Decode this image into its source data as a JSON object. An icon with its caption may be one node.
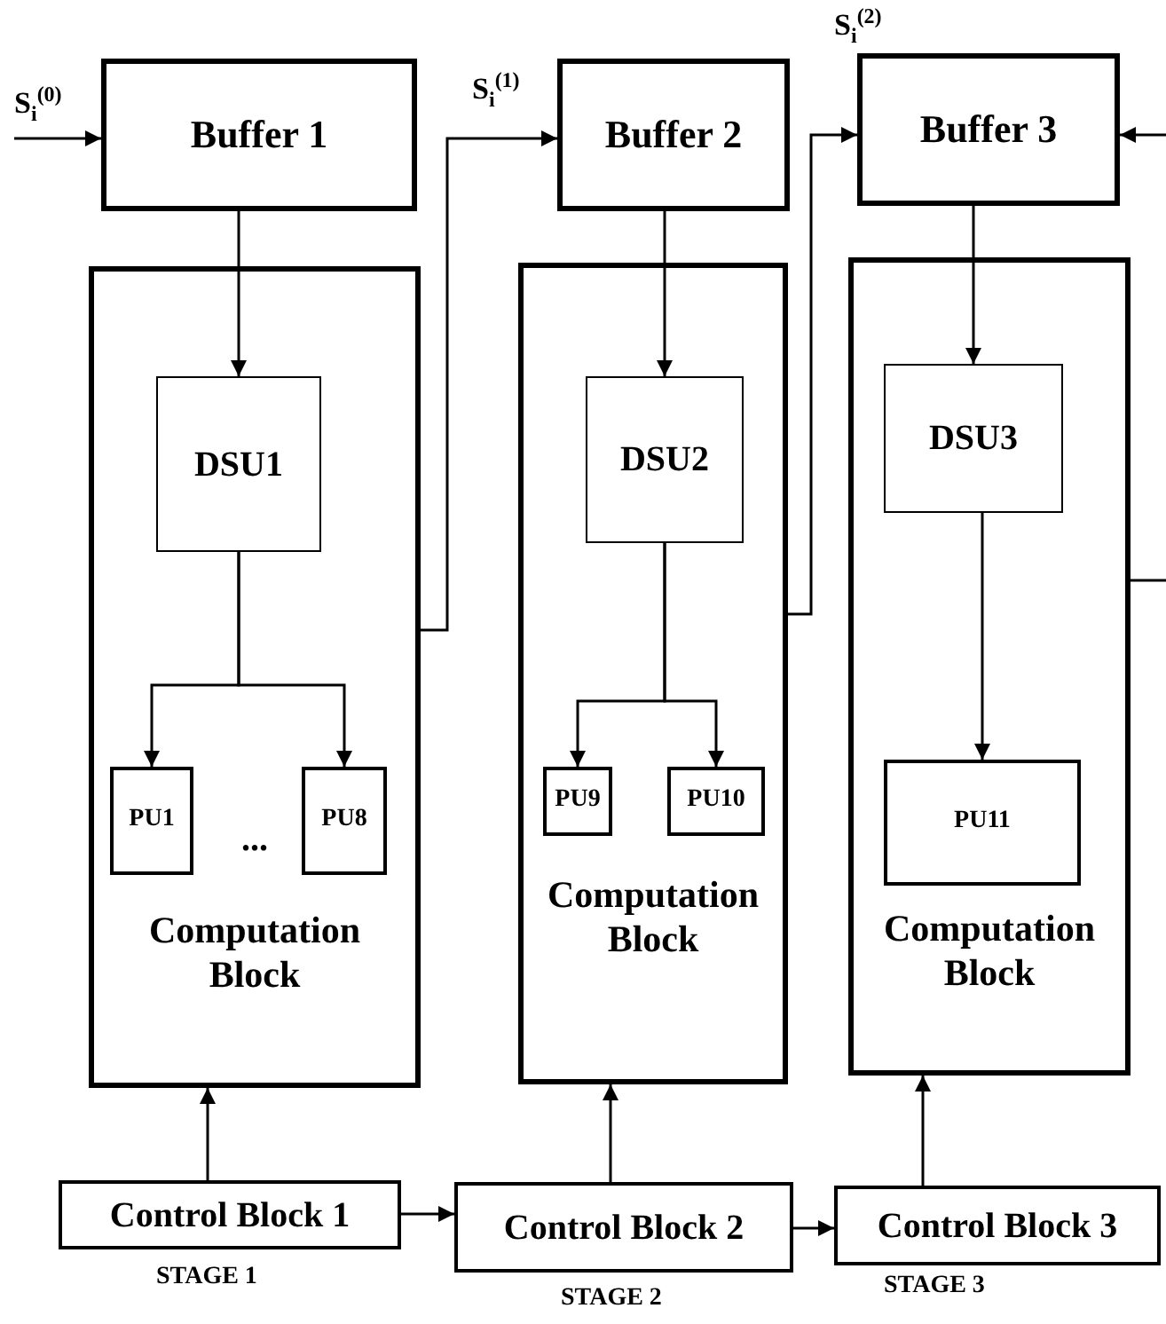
{
  "diagram": {
    "nodes": [
      {
        "text": [
          "Buffer 1"
        ]
      },
      {
        "text": [
          "Computation Block"
        ]
      },
      {
        "text": [
          "DSU1"
        ],
        "in": 1
      },
      {
        "text": [
          "PU1"
        ],
        "in": 1
      },
      {
        "text": [
          "PU8"
        ],
        "in": 1
      },
      {
        "text": [
          "Buffer 2"
        ]
      },
      {
        "text": [
          "Computation Block"
        ]
      },
      {
        "text": [
          "DSU2"
        ],
        "in": 6
      },
      {
        "text": [
          "PU9"
        ],
        "in": 6
      },
      {
        "text": [
          "PU10"
        ],
        "in": 6
      },
      {
        "text": [
          "Buffer 3"
        ]
      },
      {
        "text": [
          "Computation Block"
        ]
      },
      {
        "text": [
          "DSU3"
        ],
        "in": 11
      },
      {
        "text": [
          "PU11"
        ],
        "in": 11
      },
      {
        "text": [
          "Control Block 1"
        ],
        "beside": [
          "STAGE 1"
        ]
      },
      {
        "text": [
          "Control Block 2"
        ],
        "beside": [
          "STAGE 2"
        ]
      },
      {
        "text": [
          "Control Block 3"
        ],
        "beside": [
          "STAGE 3"
        ]
      }
    ],
    "edges": [
      {
        "from": null,
        "to": 0,
        "arrow": "to",
        "label": "S$_{i}$$^{(0)}$"
      },
      {
        "from": 0,
        "to": 2,
        "arrow": "to"
      },
      {
        "from": 2,
        "to": 3,
        "arrow": "to"
      },
      {
        "from": 2,
        "to": 4,
        "arrow": "to"
      },
      {
        "from": 1,
        "to": 5,
        "arrow": "to",
        "label": "S$_{i}$$^{(1)}$"
      },
      {
        "from": 5,
        "to": 7,
        "arrow": "to"
      },
      {
        "from": 7,
        "to": 8,
        "arrow": "to"
      },
      {
        "from": 7,
        "to": 9,
        "arrow": "to"
      },
      {
        "from": 6,
        "to": 10,
        "arrow": "to",
        "label": "S$_{i}$$^{(2)}$"
      },
      {
        "from": null,
        "to": 10,
        "arrow": "to"
      },
      {
        "from": 10,
        "to": 12,
        "arrow": "to"
      },
      {
        "from": 12,
        "to": 13,
        "arrow": "to"
      },
      {
        "from": 11,
        "to": null,
        "arrow": "none"
      },
      {
        "from": 14,
        "to": 1,
        "arrow": "to"
      },
      {
        "from": 15,
        "to": 6,
        "arrow": "to"
      },
      {
        "from": 16,
        "to": 11,
        "arrow": "to"
      },
      {
        "from": 14,
        "to": 15,
        "arrow": "to"
      },
      {
        "from": 15,
        "to": 16,
        "arrow": "to"
      }
    ],
    "labels": [
      "..."
    ]
  }
}
